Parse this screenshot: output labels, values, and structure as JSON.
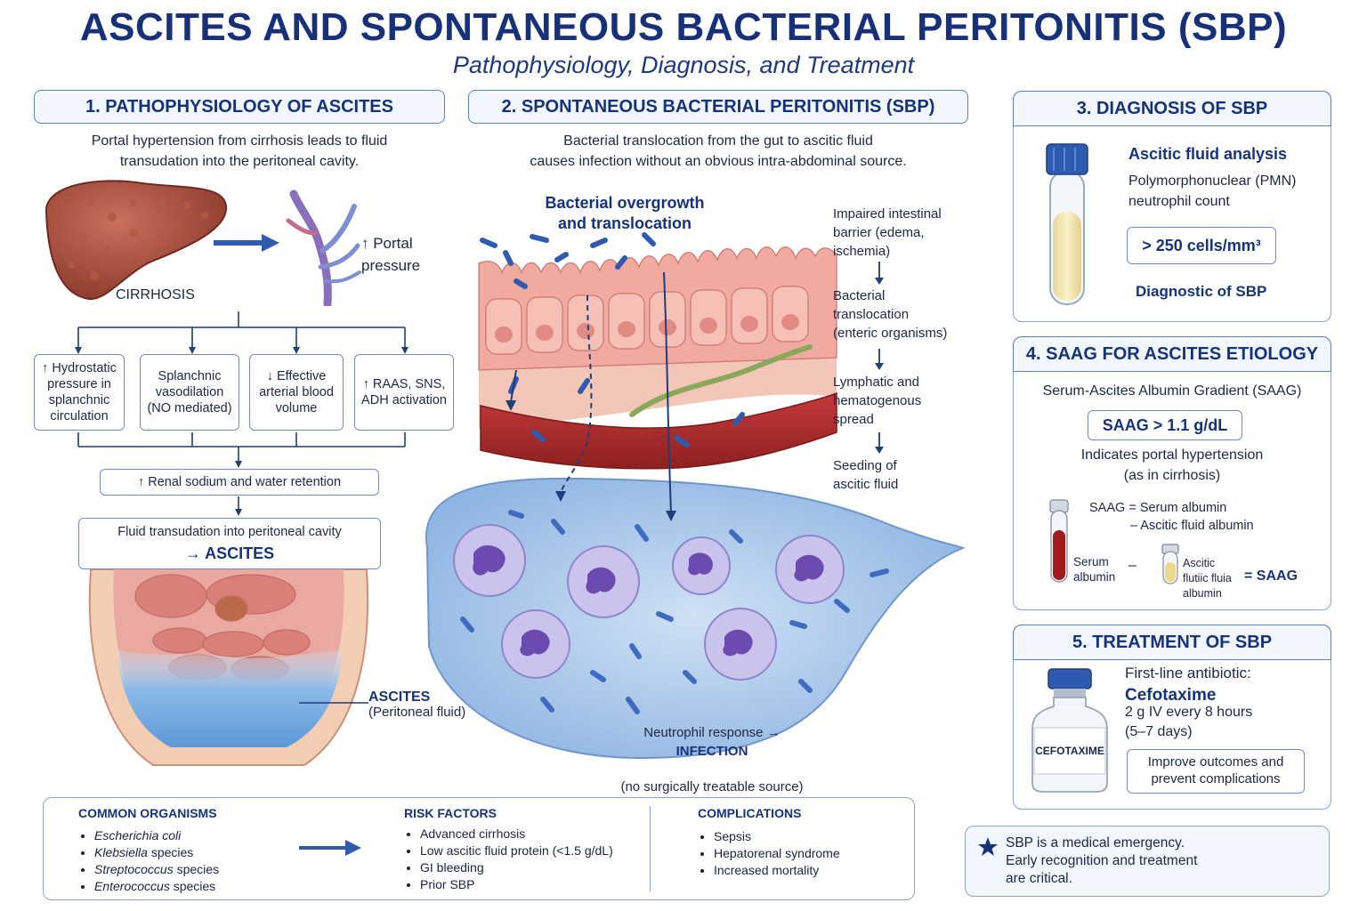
{
  "header": {
    "title": "ASCITES AND SPONTANEOUS BACTERIAL PERITONITIS (SBP)",
    "subtitle": "Pathophysiology, Diagnosis, and Treatment"
  },
  "section1": {
    "header": "1. PATHOPHYSIOLOGY OF ASCITES",
    "intro": "Portal hypertension from cirrhosis leads to fluid\ntransudation into the peritoneal cavity.",
    "liver_label": "CIRRHOSIS",
    "portal_label": "↑ Portal\npressure",
    "mechanisms": [
      "↑ Hydrostatic\npressure in\nsplanchnic\ncirculation",
      "Splanchnic\nvasodilation\n(NO mediated)",
      "↓ Effective\narterial blood\nvolume",
      "↑ RAAS, SNS,\nADH activation"
    ],
    "retention": "↑ Renal sodium and water retention",
    "transudation": "Fluid transudation into peritoneal cavity",
    "ascites_result": "→ ASCITES",
    "ascites_label": "ASCITES",
    "ascites_sub": "(Peritoneal fluid)"
  },
  "section2": {
    "header": "2. SPONTANEOUS BACTERIAL PERITONITIS (SBP)",
    "intro": "Bacterial translocation from the gut to ascitic fluid\ncauses infection without an obvious intra-abdominal source.",
    "overgrowth": "Bacterial overgrowth\nand translocation",
    "steps": [
      "Impaired intestinal\nbarrier (edema,\nischemia)",
      "Bacterial\ntranslocation\n(enteric organisms)",
      "Lymphatic and\nhematogenous\nspread",
      "Seeding of\nascitic fluid"
    ],
    "neutrophil": "Neutrophil response →",
    "infection": "INFECTION",
    "no_source": "(no surgically treatable source)"
  },
  "section3": {
    "header": "3. DIAGNOSIS OF SBP",
    "analysis": "Ascitic fluid analysis",
    "pmn": "Polymorphonuclear (PMN)\nneutrophil count",
    "threshold": "> 250 cells/mm³",
    "diagnostic": "Diagnostic of SBP"
  },
  "section4": {
    "header": "4. SAAG FOR ASCITES ETIOLOGY",
    "full_name": "Serum-Ascites Albumin Gradient (SAAG)",
    "threshold": "SAAG > 1.1 g/dL",
    "indicates": "Indicates portal hypertension\n(as in cirrhosis)",
    "formula_1": "SAAG = Serum albumin",
    "formula_2": "– Ascitic fluid albumin",
    "serum_label": "Serum\nalbumin",
    "minus": "–",
    "ascitic_label": "Ascitic\nflutiic fluia\nalbumin",
    "equals": "= SAAG"
  },
  "section5": {
    "header": "5. TREATMENT OF SBP",
    "first_line": "First-line antibiotic:",
    "drug": "Cefotaxime",
    "dose": "2 g IV every 8 hours\n(5–7 days)",
    "vial_label": "CEFOTAXIME",
    "outcome": "Improve outcomes and\nprevent complications"
  },
  "bottom": {
    "organisms_title": "COMMON ORGANISMS",
    "organisms": [
      {
        "name": "Escherichia coli",
        "suffix": ""
      },
      {
        "name": "Klebsiella",
        "suffix": " species"
      },
      {
        "name": "Streptococcus",
        "suffix": " species"
      },
      {
        "name": "Enterococcus",
        "suffix": " species"
      }
    ],
    "risk_title": "RISK FACTORS",
    "risks": [
      "Advanced cirrhosis",
      "Low ascitic fluid protein (<1.5 g/dL)",
      "GI bleeding",
      "Prior SBP"
    ],
    "comp_title": "COMPLICATIONS",
    "complications": [
      "Sepsis",
      "Hepatorenal syndrome",
      "Increased mortality"
    ]
  },
  "note": {
    "text": "SBP is a medical emergency.\nEarly recognition and treatment\nare critical."
  },
  "colors": {
    "navy": "#16337a",
    "accent_blue": "#2e5bb0",
    "fluid_blue": "#a9c9ec",
    "liver_red": "#9c4535"
  }
}
